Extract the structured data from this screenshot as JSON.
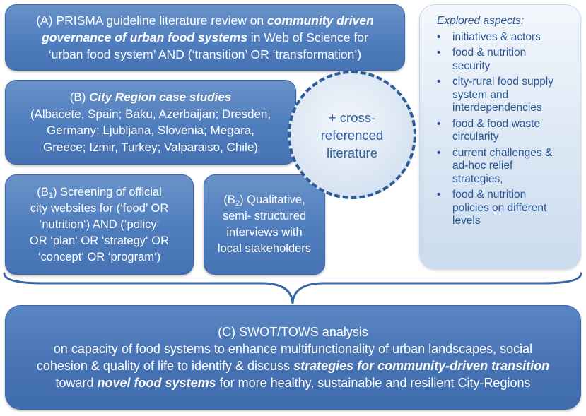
{
  "box_a": {
    "line1_text": "(A) PRISMA guideline literature review on ",
    "line1_emph": "community driven",
    "line2_emph": "governance of urban food systems",
    "line2_text": " in Web of Science for",
    "line3_text": "‘urban food system’ AND (‘transition’ OR ‘transformation’)"
  },
  "box_b": {
    "title_prefix": "(B) ",
    "title_emph": "City Region case studies",
    "lines": [
      "(Albacete, Spain; Baku, Azerbaijan; Dresden,",
      "Germany; Ljubljana, Slovenia; Megara,",
      "Greece; Izmir, Turkey; Valparaiso, Chile)"
    ]
  },
  "box_b1": {
    "label_main": "(B",
    "label_sub": "1",
    "label_close": ")",
    "line1_rest": " Screening of official",
    "lines": [
      "city websites for (‘food’ OR",
      "‘nutrition‘) AND (‘policy‘",
      "OR ‘plan‘ OR ‘strategy‘ OR",
      "‘concept‘ OR ‘program‘)"
    ]
  },
  "box_b2": {
    "label_main": "(B",
    "label_sub": "2",
    "label_close": ")",
    "line1_rest": " Qualitative,",
    "lines": [
      "semi- structured",
      "interviews with",
      "local stakeholders"
    ]
  },
  "circle": {
    "lines": [
      "+ cross-",
      "referenced",
      "literature"
    ]
  },
  "aspects": {
    "heading": "Explored aspects:",
    "bullet_glyph": "•",
    "items": [
      [
        "initiatives & actors"
      ],
      [
        "food & nutrition",
        "security"
      ],
      [
        "city-rural food supply",
        "system and",
        "interdependencies"
      ],
      [
        "food & food waste",
        "circularity"
      ],
      [
        "current challenges &",
        "ad-hoc relief",
        "strategies,"
      ],
      [
        "food & nutrition",
        "policies on different",
        "levels"
      ]
    ]
  },
  "box_c": {
    "line1": "(C) SWOT/TOWS analysis",
    "line2": "on capacity of food systems to enhance multifunctionality of urban landscapes, social",
    "line3_text": "cohesion & quality of life to identify & discuss ",
    "line3_emph": "strategies for community-driven transition",
    "line4_pre": "toward ",
    "line4_emph": "novel food systems",
    "line4_post": " for more healthy, sustainable and resilient City-Regions"
  },
  "colors": {
    "box_fill": "#4f7dbd",
    "box_border": "#3a67a8",
    "circle_border": "#2d5b98",
    "aspects_text": "#2a5593",
    "brace": "#3a6aaa"
  }
}
